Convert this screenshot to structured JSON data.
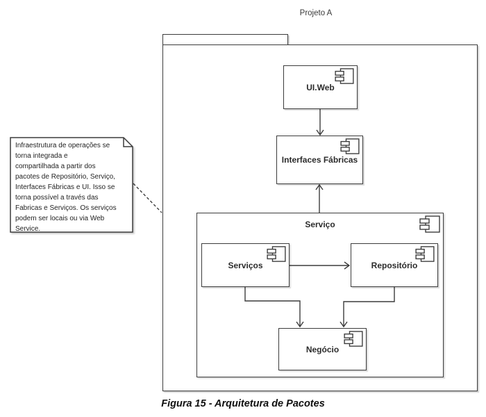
{
  "figure": {
    "caption": "Figura 15 - Arquitetura de Pacotes"
  },
  "diagram": {
    "title": "Projeto A",
    "note": {
      "text": "Infraestrutura de operações se\ntorna integrada e\ncompartilhada a partir dos\npacotes de Repositório, Serviço,\nInterfaces Fábricas e UI. Isso se\ntorna possível a través das\nFabricas e Serviços. Os serviços\npodem ser locais ou via Web\nService."
    },
    "packages": {
      "projeto_a": {
        "label": "Projeto A"
      },
      "servico": {
        "label": "Serviço"
      }
    },
    "components": {
      "ui_web": {
        "label": "UI.Web"
      },
      "interfaces_fabricas": {
        "label": "Interfaces Fábricas"
      },
      "servicos": {
        "label": "Serviços"
      },
      "repositorio": {
        "label": "Repositório"
      },
      "negocio": {
        "label": "Negócio"
      }
    },
    "relationships": [
      {
        "from": "UI.Web",
        "to": "Interfaces Fábricas",
        "type": "arrow"
      },
      {
        "from": "Serviço",
        "to": "Interfaces Fábricas",
        "type": "arrow"
      },
      {
        "from": "Serviços",
        "to": "Repositório",
        "type": "arrow"
      },
      {
        "from": "Serviços",
        "to": "Negócio",
        "type": "arrow"
      },
      {
        "from": "Repositório",
        "to": "Negócio",
        "type": "arrow"
      },
      {
        "from": "note",
        "to": "Projeto A",
        "type": "dashed-anchor"
      }
    ],
    "colors": {
      "line": "#3c3c3c",
      "background": "#ffffff",
      "text": "#2b2b2b"
    },
    "icons": {
      "component": "uml-component-icon",
      "note": "note-folded-corner-icon"
    }
  }
}
